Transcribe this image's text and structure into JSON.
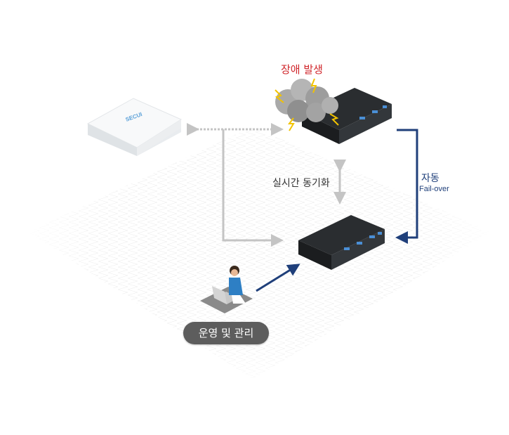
{
  "diagram": {
    "failure_label": "장애 발생",
    "sync_label": "실시간 동기화",
    "failover_label": "자동",
    "failover_sub": "Fail-over",
    "operations_label": "운영 및 관리",
    "appliance_brand": "SECUI"
  },
  "colors": {
    "failure": "#d0262b",
    "failover_arrow": "#1f3f7a",
    "sync_arrow": "#c4c4c4",
    "badge": "#5d5d5d"
  },
  "icons": [
    "secui-appliance",
    "primary-server",
    "explosion-cloud",
    "standby-server",
    "operator-laptop"
  ]
}
